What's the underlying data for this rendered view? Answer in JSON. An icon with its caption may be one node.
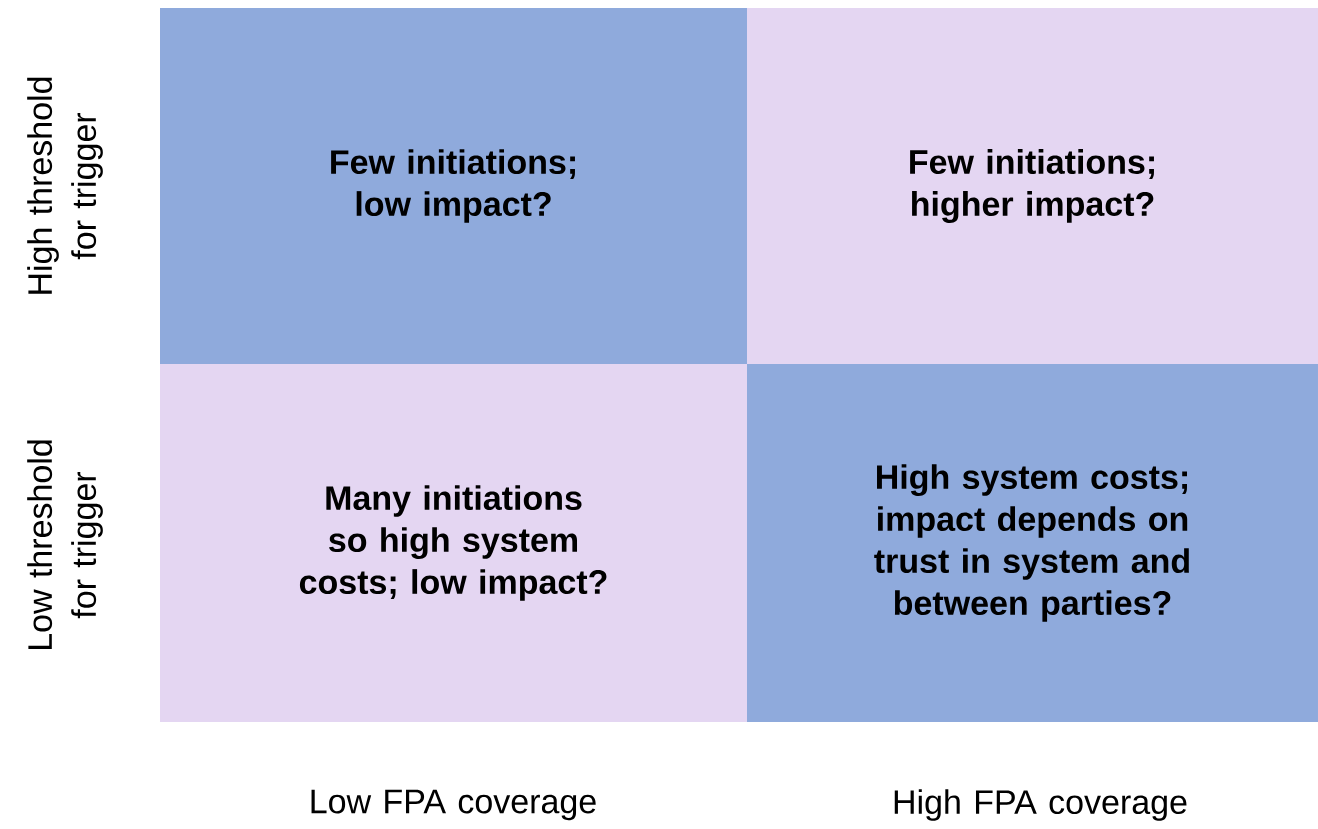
{
  "diagram": {
    "nodes": [
      {
        "text": [
          "Few initiations; low impact?"
        ]
      },
      {
        "text": [
          "Few initiations; higher impact?"
        ]
      },
      {
        "text": [
          "Many initiations so high system costs; low impact?"
        ]
      },
      {
        "text": [
          "High system costs; impact depends on trust in system and between parties?"
        ]
      }
    ],
    "edges": [],
    "labels": [
      "High threshold for trigger",
      "Low threshold for trigger",
      "Low FPA coverage",
      "High FPA coverage"
    ]
  }
}
